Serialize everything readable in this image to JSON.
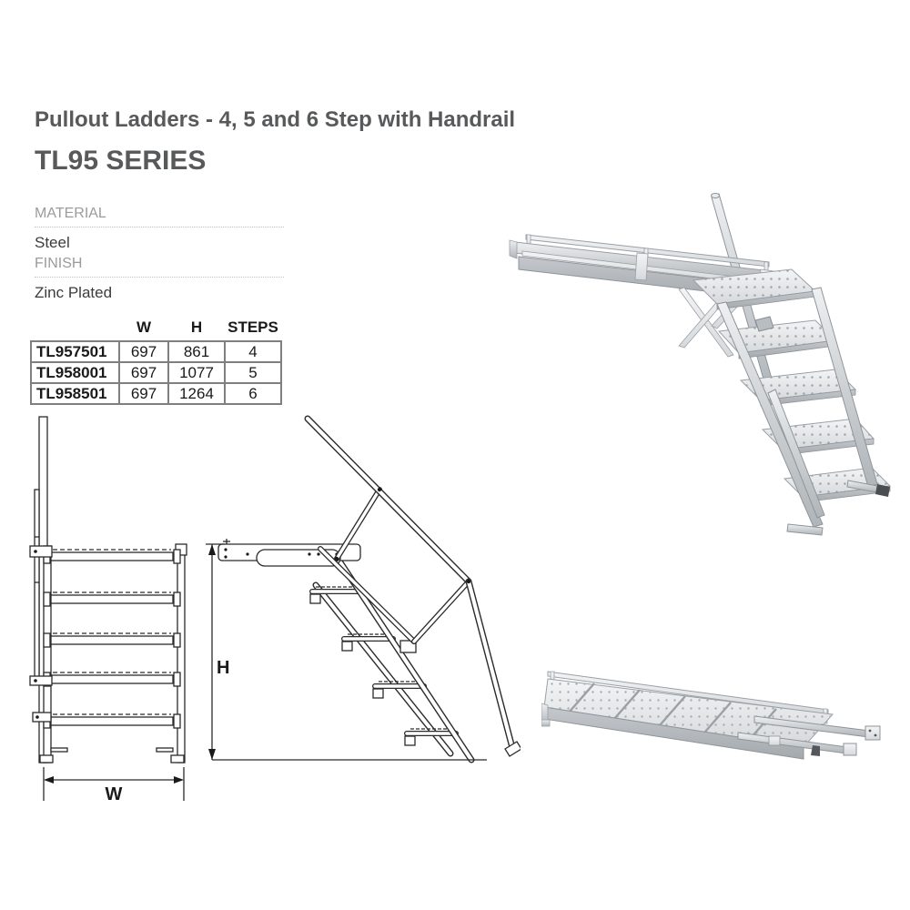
{
  "header": {
    "title": "Pullout Ladders - 4, 5 and 6 Step with Handrail",
    "series": "TL95 SERIES"
  },
  "specs": [
    {
      "label": "MATERIAL",
      "value": "Steel"
    },
    {
      "label": "FINISH",
      "value": "Zinc Plated"
    }
  ],
  "table": {
    "headers": [
      "",
      "W",
      "H",
      "STEPS"
    ],
    "rows": [
      {
        "model": "TL957501",
        "w": "697",
        "h": "861",
        "steps": "4"
      },
      {
        "model": "TL958001",
        "w": "697",
        "h": "1077",
        "steps": "5"
      },
      {
        "model": "TL958501",
        "w": "697",
        "h": "1264",
        "steps": "6"
      }
    ]
  },
  "drawings": {
    "front_view": {
      "dimension_label": "W"
    },
    "side_view": {
      "dimension_label": "H"
    }
  },
  "colors": {
    "title_text": "#58595b",
    "spec_label": "#9b9b9b",
    "body_text": "#3c3c3c",
    "table_border": "#7f7f7f",
    "drawing_line": "#2b2b2b",
    "steel_light": "#eef0f2",
    "steel_mid": "#cdd1d4",
    "steel_dark": "#a9aeb2"
  }
}
